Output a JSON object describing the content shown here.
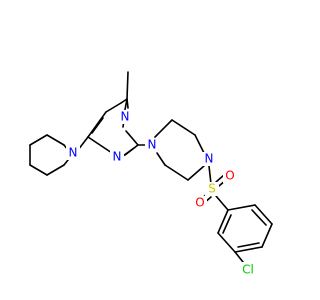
{
  "molecule": {
    "atoms": {
      "n_piperidine": "N",
      "n_pyrimidine_3": "N",
      "n_pyrimidine_1": "N",
      "n_piperazine_1": "N",
      "n_piperazine_4": "N",
      "sulfur": "S",
      "oxygen_top": "O",
      "oxygen_bottom": "O",
      "chlorine": "Cl"
    },
    "colors": {
      "bond": "#000000",
      "nitrogen": "#0000ff",
      "sulfur": "#cccc00",
      "oxygen": "#ff0000",
      "chlorine": "#00cc00"
    }
  }
}
